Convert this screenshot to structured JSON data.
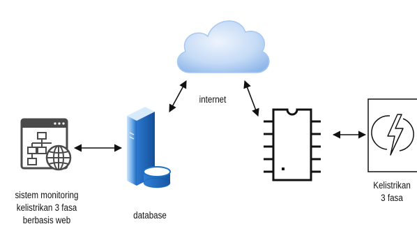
{
  "nodes": {
    "web_app": {
      "label_lines": [
        "sistem monitoring",
        "kelistrikan 3 fasa",
        "berbasis web"
      ],
      "icon": "web-sitemap-icon"
    },
    "database": {
      "label": "database",
      "icon": "database-server-icon"
    },
    "internet": {
      "label": "internet",
      "icon": "cloud-icon"
    },
    "microcontroller": {
      "icon": "ic-chip-icon"
    },
    "electricity": {
      "label_lines": [
        "Kelistrikan",
        "3 fasa"
      ],
      "icon": "electricity-bolt-icon"
    }
  },
  "edges": [
    {
      "from": "web_app",
      "to": "database",
      "direction": "both"
    },
    {
      "from": "database",
      "to": "internet",
      "direction": "both"
    },
    {
      "from": "internet",
      "to": "microcontroller",
      "direction": "both"
    },
    {
      "from": "microcontroller",
      "to": "electricity",
      "direction": "both"
    }
  ],
  "colors": {
    "cloud_light": "#dce9fb",
    "cloud_dark": "#9cc0ec",
    "server_light": "#7db6ee",
    "server_dark": "#1f6fc4",
    "line": "#111111",
    "window_dark": "#4a4a4a"
  }
}
